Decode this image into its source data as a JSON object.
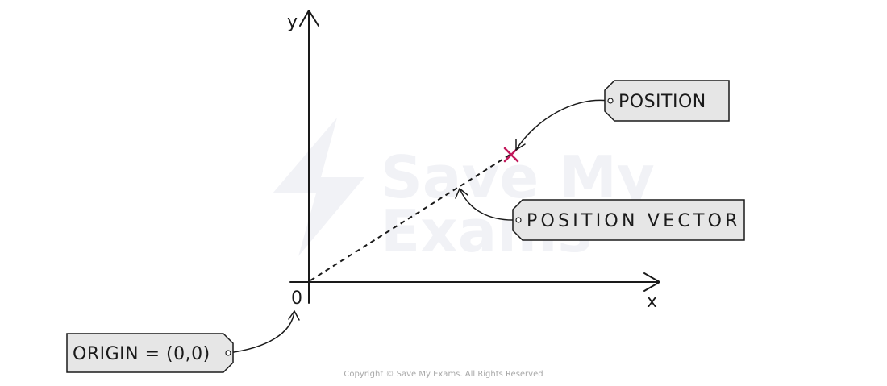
{
  "watermark": {
    "line1": "Save My",
    "line2": "Exams"
  },
  "axes": {
    "y_label": "y",
    "x_label": "x",
    "origin_label": "0"
  },
  "tags": {
    "position": "POSITION",
    "position_vector": "POSITION VECTOR",
    "origin": "ORIGIN = (0,0)"
  },
  "colors": {
    "line": "#1a1a1a",
    "tag_fill": "#e6e6e6",
    "point_marker": "#c2185b",
    "watermark": "#f1f2f6"
  },
  "copyright": "Copyright © Save My Exams. All Rights Reserved"
}
